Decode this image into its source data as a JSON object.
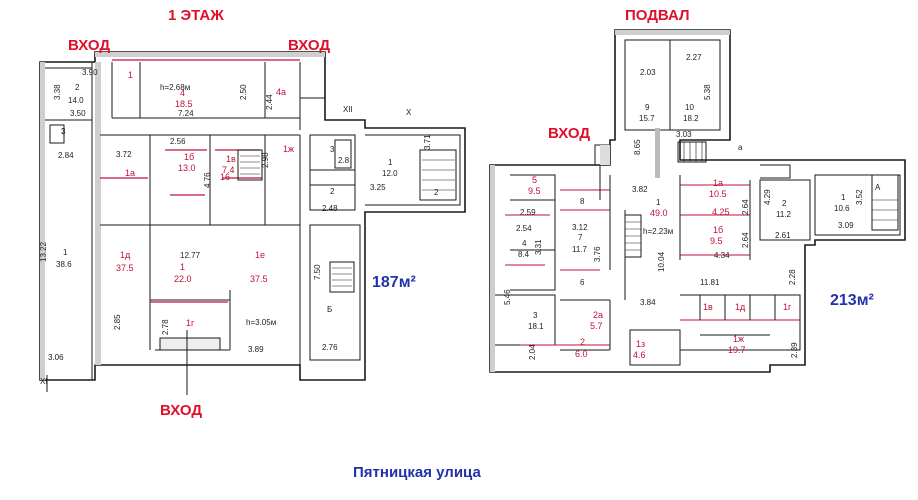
{
  "labels": {
    "floor1": "1 ЭТАЖ",
    "basement": "ПОДВАЛ",
    "entrance": "ВХОД",
    "area_floor1": "187м²",
    "area_basement": "213м²",
    "street": "Пятницкая улица",
    "axis_xi": "XI",
    "axis_xii": "XII",
    "axis_x": "X"
  },
  "colors": {
    "heading_red": "#e0102a",
    "area_blue": "#2233aa",
    "room_red": "#c0103a",
    "wall": "#1a1a1a"
  },
  "floor1_dims": {
    "d1": "3.90",
    "d2": "3.38",
    "d3": "3.50",
    "d4": "2.84",
    "d5": "13.22",
    "d6": "3.06",
    "d7": "h=2.68м",
    "d8": "7.24",
    "d9": "2.50",
    "d10": "2.44",
    "d11": "3.72",
    "d12": "2.56",
    "d13": "4.76",
    "d14": "2.98",
    "d15": "12.77",
    "d16": "2.85",
    "d17": "2.78",
    "d18": "h=3.05м",
    "d19": "3.89",
    "d20": "2.48",
    "d21": "3.71",
    "d22": "3.25",
    "d23": "7.50",
    "d24": "2.76",
    "d25": "Б"
  },
  "floor1_rooms": [
    {
      "no": "2",
      "area": "14.0"
    },
    {
      "no": "1",
      "area": "38.6"
    },
    {
      "no": "3",
      "area": ""
    },
    {
      "no": "1",
      "area": ""
    },
    {
      "no": "4",
      "area": "18.5"
    },
    {
      "no": "4а",
      "area": ""
    },
    {
      "no": "1а",
      "area": ""
    },
    {
      "no": "1б",
      "area": "13.0"
    },
    {
      "no": "1в",
      "area": "7.4"
    },
    {
      "no": "16",
      "area": ""
    },
    {
      "no": "1ж",
      "area": ""
    },
    {
      "no": "1д",
      "area": "37.5"
    },
    {
      "no": "1",
      "area": "22.0"
    },
    {
      "no": "1е",
      "area": "37.5"
    },
    {
      "no": "1г",
      "area": ""
    },
    {
      "no": "3",
      "area": "2.8"
    },
    {
      "no": "2",
      "area": ""
    },
    {
      "no": "1",
      "area": "12.0"
    },
    {
      "no": "2",
      "area": ""
    }
  ],
  "basement_dims": {
    "d1": "2.03",
    "d2": "2.27",
    "d3": "5.38",
    "d4": "8.65",
    "d5": "3.03",
    "d6": "а",
    "d7": "2.59",
    "d8": "2.54",
    "d9": "3.31",
    "d10": "3.12",
    "d11": "3.76",
    "d12": "3.82",
    "d13": "h=2.23м",
    "d14": "10.04",
    "d15": "4.25",
    "d16": "2.64",
    "d17": "2.64",
    "d18": "4.34",
    "d19": "4.29",
    "d20": "2.61",
    "d21": "3.52",
    "d22": "3.09",
    "d23": "А",
    "d24": "11.81",
    "d25": "3.84",
    "d26": "5.46",
    "d27": "2.28",
    "d28": "2.04",
    "d29": "2.39"
  },
  "basement_rooms": [
    {
      "no": "9",
      "area": "15.7"
    },
    {
      "no": "10",
      "area": "18.2"
    },
    {
      "no": "5",
      "area": "9.5"
    },
    {
      "no": "4",
      "area": "8.4"
    },
    {
      "no": "7",
      "area": "11.7"
    },
    {
      "no": "8",
      "area": ""
    },
    {
      "no": "1",
      "area": "49.0"
    },
    {
      "no": "1а",
      "area": "10.5"
    },
    {
      "no": "1б",
      "area": "9.5"
    },
    {
      "no": "2",
      "area": "11.2"
    },
    {
      "no": "1",
      "area": "10.6"
    },
    {
      "no": "6",
      "area": ""
    },
    {
      "no": "3",
      "area": "18.1"
    },
    {
      "no": "2а",
      "area": "5.7"
    },
    {
      "no": "2",
      "area": "6.0"
    },
    {
      "no": "1з",
      "area": "4.6"
    },
    {
      "no": "1в",
      "area": ""
    },
    {
      "no": "1д",
      "area": ""
    },
    {
      "no": "1г",
      "area": ""
    },
    {
      "no": "1ж",
      "area": "19.7"
    }
  ]
}
